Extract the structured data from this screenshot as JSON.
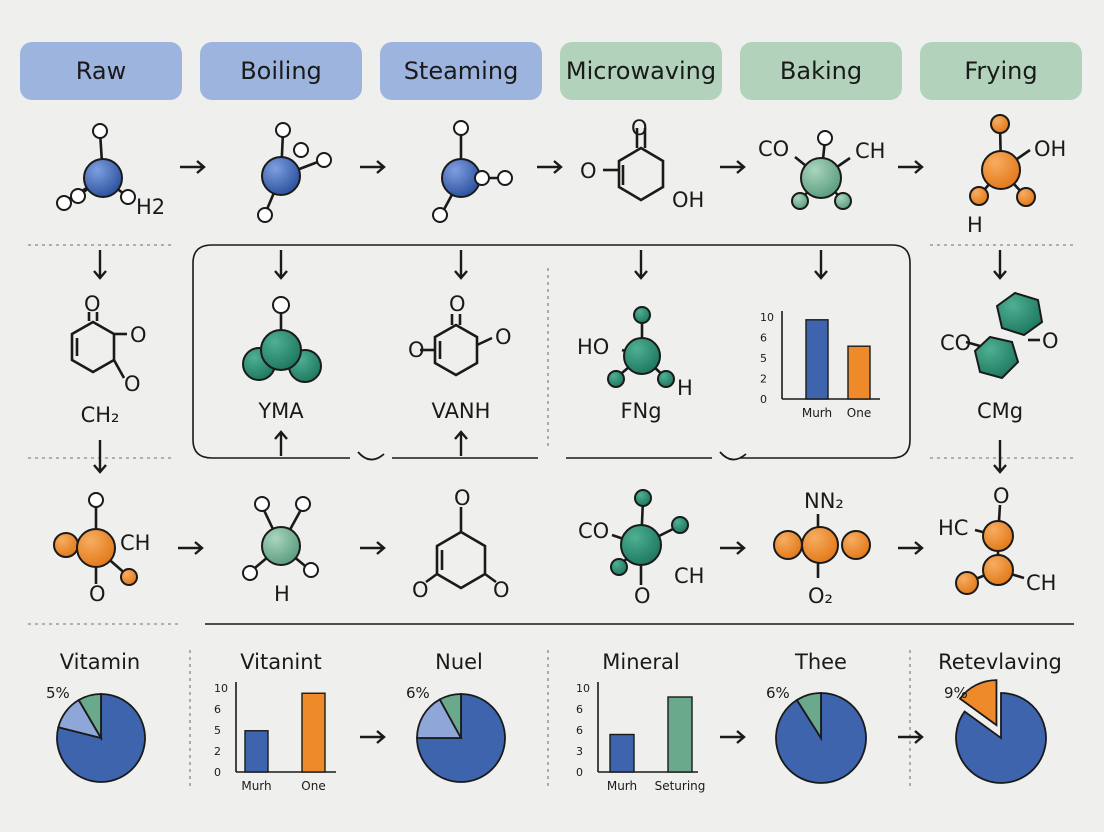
{
  "colors": {
    "blue": "#3d64ad",
    "green": "#2b8c74",
    "lightgreen": "#7fb89c",
    "orange": "#ef8a2a",
    "header_blue": "#9db4df",
    "header_green": "#b3d2bc",
    "slice_light": "#8fa7d8",
    "slice_green": "#6aa98c"
  },
  "headers": [
    "Raw",
    "Boiling",
    "Steaming",
    "Microwaving",
    "Baking",
    "Frying"
  ],
  "row1_labels": {
    "raw_h2": "H2",
    "micro_o": "O",
    "micro_oh": "OH",
    "bake_co": "CO",
    "bake_ch": "CH",
    "fry_oh": "OH",
    "fry_h": "H"
  },
  "row2_labels": {
    "raw_o1": "O",
    "raw_o2": "O",
    "raw_o3": "O",
    "raw_name": "CH₂",
    "boil_name": "YMA",
    "steam_o1": "O",
    "steam_o2": "O",
    "steam_o3": "O",
    "steam_name": "VANH",
    "micro_ho": "HO",
    "micro_h": "H",
    "micro_name": "FNg",
    "fry_co": "CO",
    "fry_o": "O",
    "fry_name": "CMg"
  },
  "row3_labels": {
    "a_ch": "CH",
    "a_o": "O",
    "b_h": "H",
    "c_o1": "O",
    "c_o2": "O",
    "c_o3": "O",
    "d_co": "CO",
    "d_ch": "CH",
    "d_o": "O",
    "e_n": "NN₂",
    "e_o": "O₂",
    "f_hc": "HC",
    "f_o": "O",
    "f_ch": "CH"
  },
  "row4_titles": [
    "Vitamin",
    "Vitanint",
    "Nuel",
    "Mineral",
    "Thee",
    "Retevlaving"
  ],
  "chart_data": [
    {
      "type": "bar",
      "ylabels": [
        "10",
        "6",
        "5",
        "2",
        "0"
      ],
      "categories": [
        "Murh",
        "One"
      ],
      "values": [
        9,
        6
      ],
      "ylim": [
        0,
        10
      ],
      "colors": [
        "#3d64ad",
        "#ef8a2a"
      ]
    },
    {
      "type": "bar",
      "ylabels": [
        "10",
        "6",
        "5",
        "2",
        "0"
      ],
      "categories": [
        "Murh",
        "One"
      ],
      "values": [
        5.5,
        10.5
      ],
      "ylim": [
        0,
        12
      ],
      "colors": [
        "#3d64ad",
        "#ef8a2a"
      ]
    },
    {
      "type": "bar",
      "ylabels": [
        "10",
        "6",
        "6",
        "3",
        "0"
      ],
      "categories": [
        "Murh",
        "Seturing"
      ],
      "values": [
        5,
        10
      ],
      "ylim": [
        0,
        12
      ],
      "colors": [
        "#3d64ad",
        "#6aa98c"
      ]
    },
    {
      "type": "pie",
      "label": "5%",
      "slices": [
        {
          "value": 75,
          "color": "#3d64ad"
        },
        {
          "value": 12,
          "color": "#8fa7d8"
        },
        {
          "value": 8,
          "color": "#6aa98c"
        }
      ]
    },
    {
      "type": "pie",
      "label": "6%",
      "slices": [
        {
          "value": 75,
          "color": "#3d64ad"
        },
        {
          "value": 17,
          "color": "#8fa7d8"
        },
        {
          "value": 8,
          "color": "#6aa98c"
        }
      ]
    },
    {
      "type": "pie",
      "label": "6%",
      "slices": [
        {
          "value": 91,
          "color": "#3d64ad"
        },
        {
          "value": 9,
          "color": "#6aa98c"
        }
      ]
    },
    {
      "type": "pie",
      "label": "9%",
      "slices": [
        {
          "value": 85,
          "color": "#3d64ad"
        },
        {
          "value": 15,
          "color": "#ef8a2a"
        }
      ]
    }
  ]
}
